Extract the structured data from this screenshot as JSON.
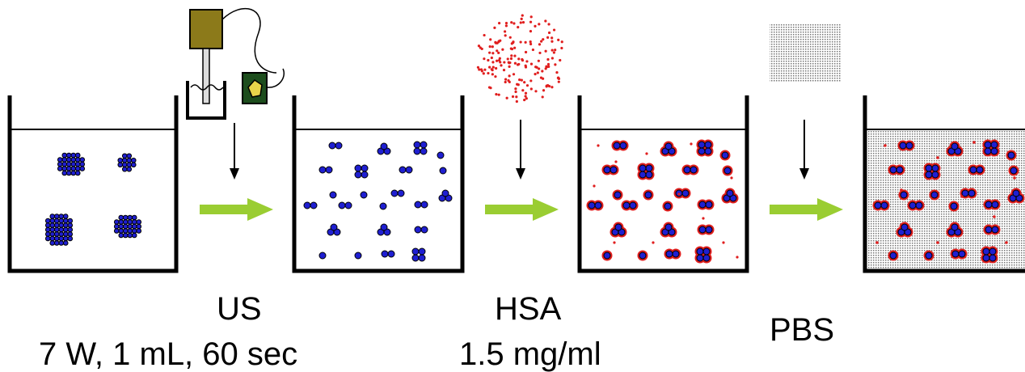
{
  "labels": {
    "step1_title": "US",
    "step1_params": "7 W, 1 mL, 60 sec",
    "step2_title": "HSA",
    "step2_params": "1.5 mg/ml",
    "step3_title": "PBS"
  },
  "colors": {
    "particle_blue": "#1f1fd1",
    "protein_red": "#e01e1e",
    "arrow_green": "#9acd32",
    "ultrasound_head": "#8c7a1a",
    "ultrasound_controller": "#1d4d1d",
    "buffer_gray": "#c8c8c8",
    "line": "#000000"
  },
  "icons": {
    "ultrasound_probe": "ultrasound-probe-icon",
    "ultrasound_controller": "ultrasound-controller-icon",
    "hsa_protein_cloud": "hsa-protein-cloud-icon",
    "pbs_buffer_patch": "pbs-buffer-patch-icon"
  }
}
